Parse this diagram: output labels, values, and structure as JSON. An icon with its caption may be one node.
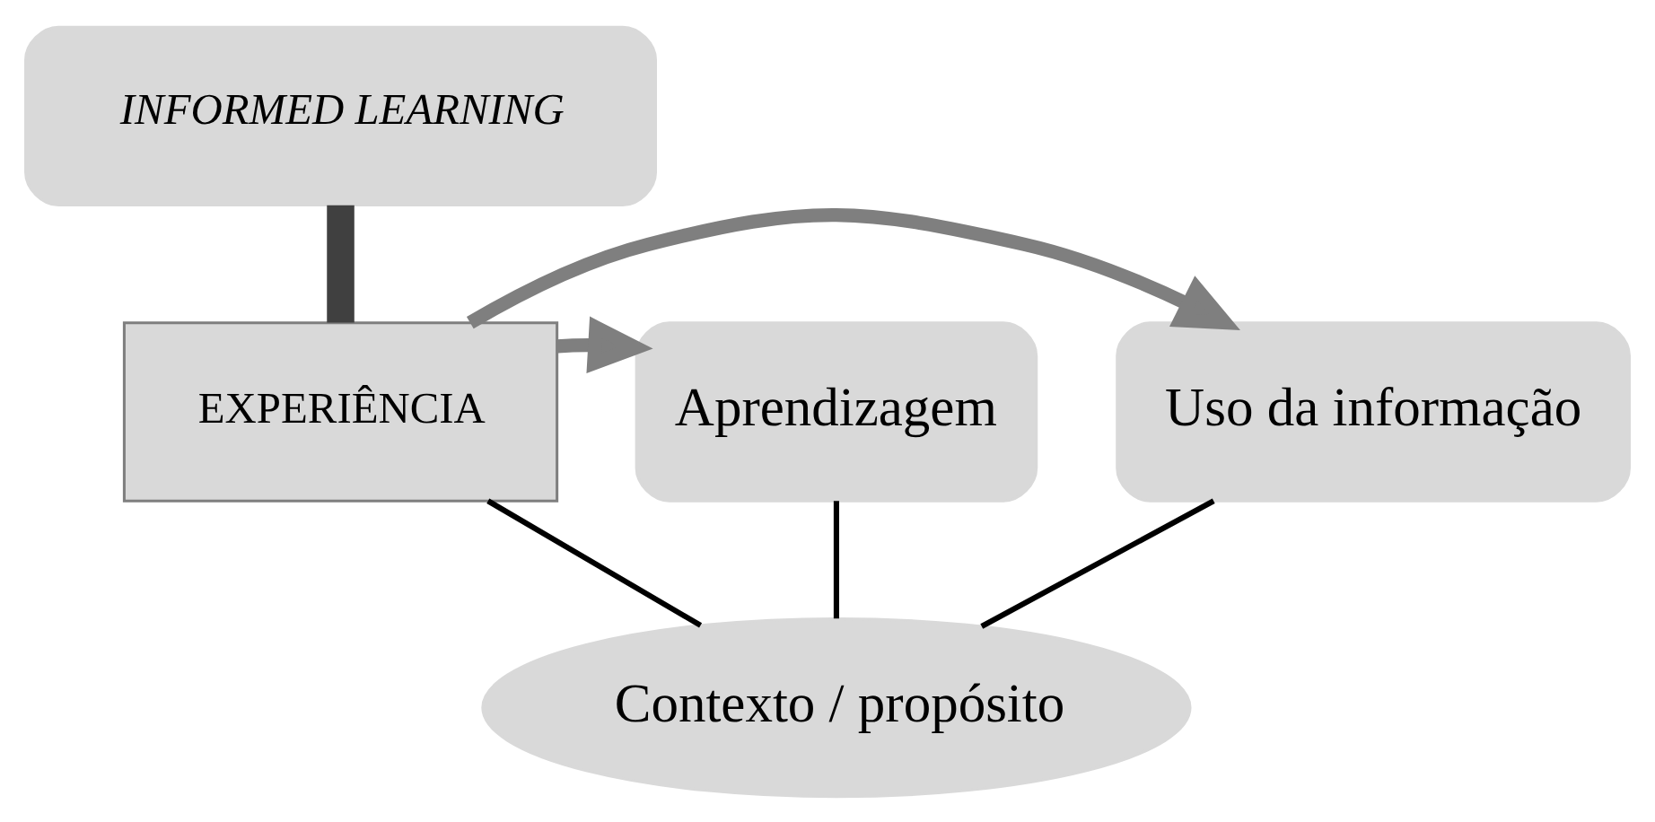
{
  "diagram": {
    "nodes": [
      {
        "text": [
          "INFORMED LEARNING"
        ]
      },
      {
        "text": [
          "Uso da informação"
        ]
      },
      {
        "text": [
          "EXPERIÊNCIA"
        ]
      },
      {
        "text": [
          "Aprendizagem"
        ]
      },
      {
        "text": [
          "Contexto / propósito"
        ]
      }
    ],
    "edges": [
      {
        "from": 0,
        "to": 2,
        "arrow": "none",
        "style": "thick",
        "color": "#404040"
      },
      {
        "from": 2,
        "to": 1,
        "arrow": "to",
        "style": "thick",
        "color": "#7f7f7f"
      },
      {
        "from": 2,
        "to": 3,
        "arrow": "to",
        "style": "thick",
        "color": "#7f7f7f"
      },
      {
        "from": 1,
        "to": 4,
        "arrow": "none"
      },
      {
        "from": 2,
        "to": 4,
        "arrow": "none"
      },
      {
        "from": 3,
        "to": 4,
        "arrow": "none"
      }
    ]
  }
}
